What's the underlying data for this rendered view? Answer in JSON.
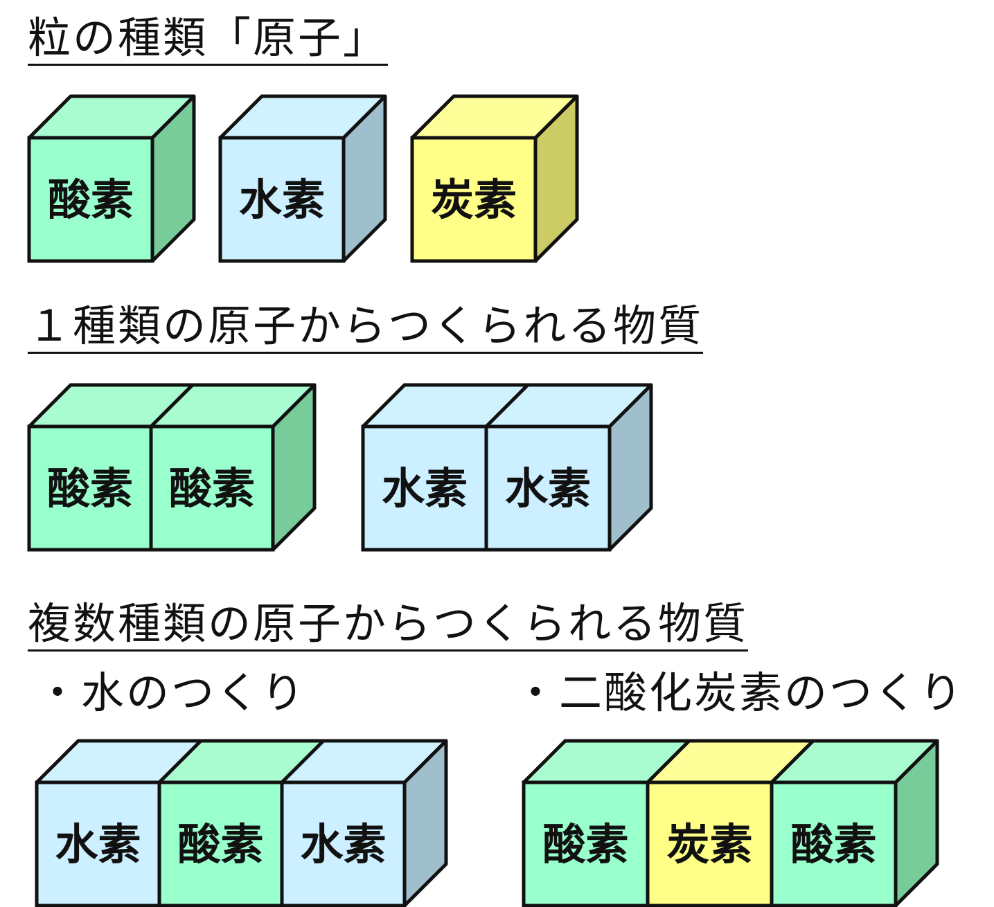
{
  "sections": {
    "atoms_title": "粒の種類「原子」",
    "single_title": "１種類の原子からつくられる物質",
    "multi_title": "複数種類の原子からつくられる物質",
    "water_label": "・水のつくり",
    "co2_label": "・二酸化炭素のつくり"
  },
  "colors": {
    "oxygen": {
      "front": "#99ffcc",
      "top": "#a8fcd0",
      "side": "#77cc99"
    },
    "hydrogen": {
      "front": "#ccf0ff",
      "top": "#d0f2ff",
      "side": "#a0bfcc"
    },
    "carbon": {
      "front": "#ffff88",
      "top": "#ffff99",
      "side": "#cccc66"
    }
  },
  "blocks": [
    {
      "id": "atom-oxygen",
      "cells": [
        {
          "label": "酸素",
          "kind": "oxygen"
        }
      ]
    },
    {
      "id": "atom-hydrogen",
      "cells": [
        {
          "label": "水素",
          "kind": "hydrogen"
        }
      ]
    },
    {
      "id": "atom-carbon",
      "cells": [
        {
          "label": "炭素",
          "kind": "carbon"
        }
      ]
    },
    {
      "id": "oxygen-molecule",
      "cells": [
        {
          "label": "酸素",
          "kind": "oxygen"
        },
        {
          "label": "酸素",
          "kind": "oxygen"
        }
      ]
    },
    {
      "id": "hydrogen-molecule",
      "cells": [
        {
          "label": "水素",
          "kind": "hydrogen"
        },
        {
          "label": "水素",
          "kind": "hydrogen"
        }
      ]
    },
    {
      "id": "water-molecule",
      "cells": [
        {
          "label": "水素",
          "kind": "hydrogen"
        },
        {
          "label": "酸素",
          "kind": "oxygen"
        },
        {
          "label": "水素",
          "kind": "hydrogen"
        }
      ]
    },
    {
      "id": "co2-molecule",
      "cells": [
        {
          "label": "酸素",
          "kind": "oxygen"
        },
        {
          "label": "炭素",
          "kind": "carbon"
        },
        {
          "label": "酸素",
          "kind": "oxygen"
        }
      ]
    }
  ]
}
